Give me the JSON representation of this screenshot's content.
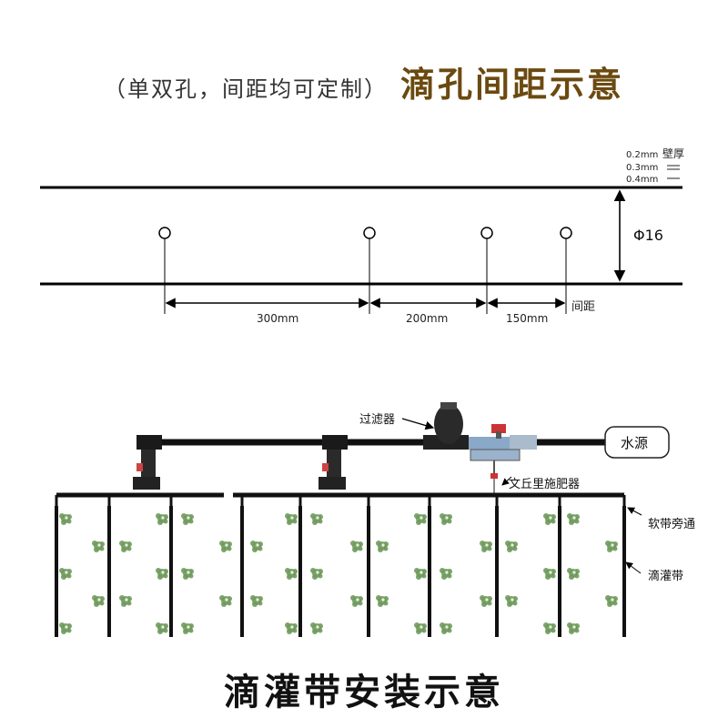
{
  "header": {
    "subtitle": "（单双孔，间距均可定制）",
    "title": "滴孔间距示意"
  },
  "spacing_diagram": {
    "wall_thickness_label": "壁厚",
    "wall_options": [
      "0.2mm",
      "0.3mm",
      "0.4mm"
    ],
    "diameter_label": "Φ16",
    "spacing_label": "间距",
    "spacings": [
      "300mm",
      "200mm",
      "150mm"
    ]
  },
  "install_diagram": {
    "water_source": "水源",
    "filter": "过滤器",
    "venturi": "文丘里施肥器",
    "lateral_connector": "软带旁通",
    "drip_tape": "滴灌带"
  },
  "footer": {
    "title": "滴灌带安装示意"
  }
}
